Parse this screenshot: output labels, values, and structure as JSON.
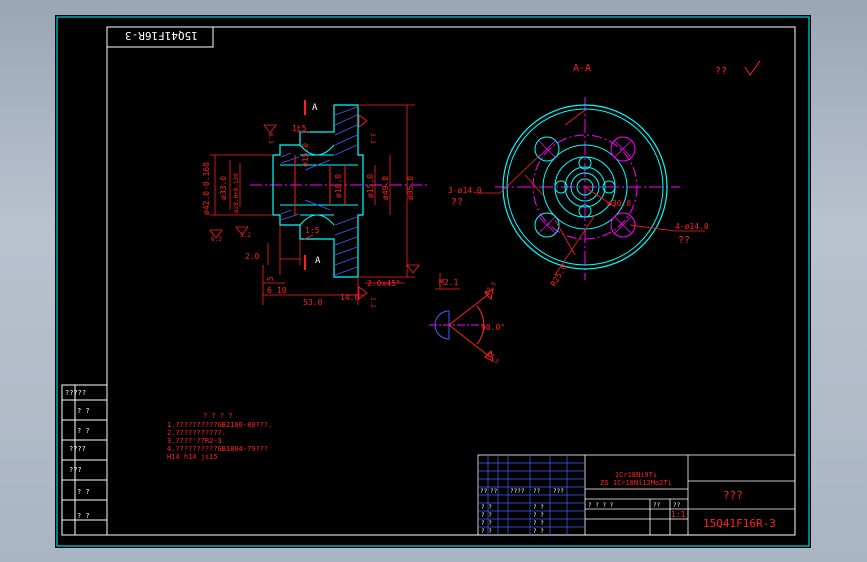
{
  "drawing": {
    "stamp_code": "15Q41F16R-3",
    "section_label": "A-A",
    "section_mark": "A",
    "roughness_mark": "??",
    "colors": {
      "frame": "#00ffff",
      "border": "#ffffff",
      "part": "#00ffff",
      "dimension": "#ff2020",
      "centerline": "#ff00ff",
      "hatch": "#4060ff",
      "background": "#000000"
    }
  },
  "dims": {
    "taper": "1:5",
    "taper2": "1:5",
    "d42": "ø42.0-0.160",
    "d33": "ø33.0",
    "d28": "ø28.0+0.130",
    "d15a": "ø15.0",
    "d18": "ø18.0",
    "d15b": "ø15.0",
    "d49": "ø49.0",
    "d85": "ø85.0",
    "len20": "2.0",
    "len5": "5",
    "len6": "6",
    "len10": "10",
    "len530": "53.0",
    "len140": "14.0",
    "chamfer": "2.0x45°",
    "thread": "M2.1",
    "angle": "90.0°",
    "holes_left": "3-ø14.0",
    "holes_right": "4-ø14.0",
    "pcd": "ø30.0",
    "r_note": "R25.0",
    "q_left": "??",
    "q_right": "??",
    "r32": "3.2",
    "r63": "6.3",
    "r125": "12.5"
  },
  "notes": {
    "title": "? ? ? ?",
    "lines": [
      "1.??????????GB2100-80???.",
      "2.???????????.",
      "3.????'??R2-3",
      "4.??????????GB1804-79???",
      "   H14  h14  js15"
    ]
  },
  "left_strip": {
    "cells": [
      "?????",
      "?  ?",
      "?  ?",
      "????",
      "???",
      "?  ?",
      "?  ?"
    ]
  },
  "title_block": {
    "material_1": "1Cr18Ni9Ti",
    "material_2": "ZG 1Cr18Ni12Mo2Ti",
    "part_name": "???",
    "drawing_no": "15Q41F16R-3",
    "scale": "1:1",
    "header_cells": [
      "??",
      "??",
      "????",
      "??",
      "???"
    ],
    "row_cells_a": [
      "? ?",
      "? ?",
      "? ?",
      "? ?"
    ],
    "row_cells_b": [
      "? ?",
      "? ?",
      "? ?",
      "? ?"
    ],
    "mid_cells": [
      "? ? ? ?",
      "??",
      "??"
    ]
  }
}
